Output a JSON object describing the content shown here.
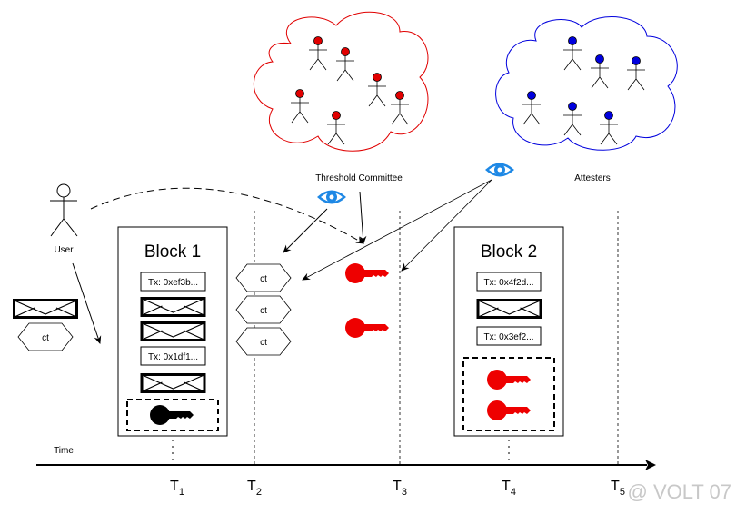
{
  "labels": {
    "user": "User",
    "threshold_committee": "Threshold Committee",
    "attesters": "Attesters",
    "time": "Time",
    "watermark": "@ VOLT 07"
  },
  "left": {
    "ct": "ct"
  },
  "block1": {
    "title": "Block 1",
    "tx1": "Tx: 0xef3b...",
    "tx2": "Tx: 0x1df1..."
  },
  "ciphertexts": [
    "ct",
    "ct",
    "ct"
  ],
  "block2": {
    "title": "Block 2",
    "tx1": "Tx: 0x4f2d...",
    "tx2": "Tx: 0x3ef2..."
  },
  "timeline": {
    "ticks": [
      {
        "base": "T",
        "sub": "1"
      },
      {
        "base": "T",
        "sub": "2"
      },
      {
        "base": "T",
        "sub": "3"
      },
      {
        "base": "T",
        "sub": "4"
      },
      {
        "base": "T",
        "sub": "5"
      }
    ]
  },
  "colors": {
    "committee": "#e00000",
    "attesters": "#0000dd",
    "eye": "#1e88e5",
    "key_red": "#ee0000",
    "key_black": "#000000"
  },
  "icons": {
    "eye": "eye-icon",
    "key": "key-icon",
    "envelope": "envelope-icon",
    "person": "person-icon"
  }
}
